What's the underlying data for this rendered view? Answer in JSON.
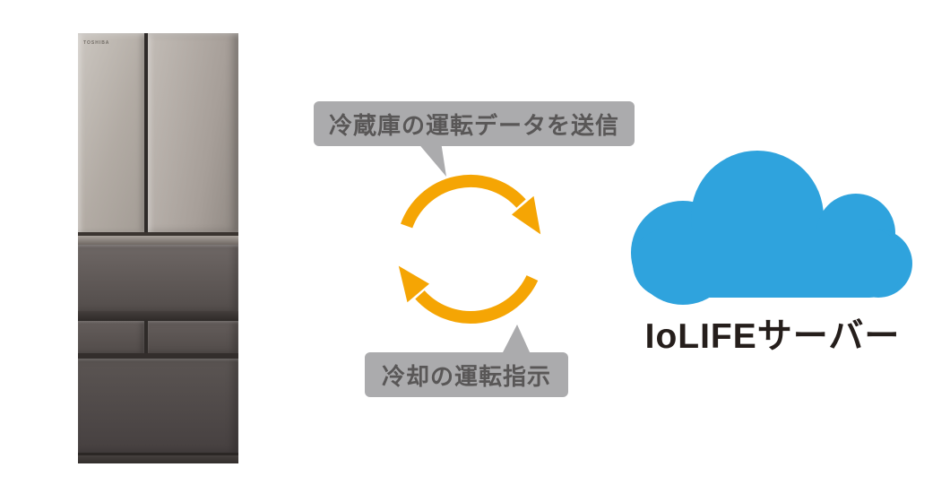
{
  "theme": {
    "canvas-bg": "#ffffff",
    "accent-orange": "#f5a504",
    "label-bg": "#ababad",
    "label-text": "#595757",
    "cloud-blue": "#2fa3dd",
    "server-text": "#251e1b",
    "fridge-door-light": "#cbc6c0",
    "fridge-door-mid": "#a39c95"
  },
  "diagram": {
    "fridge": {
      "brand": "TOSHIBA"
    },
    "upload_label": "冷蔵庫の運転データを送信",
    "download_label": "冷却の運転指示",
    "server_label": "IoLIFEサーバー"
  }
}
